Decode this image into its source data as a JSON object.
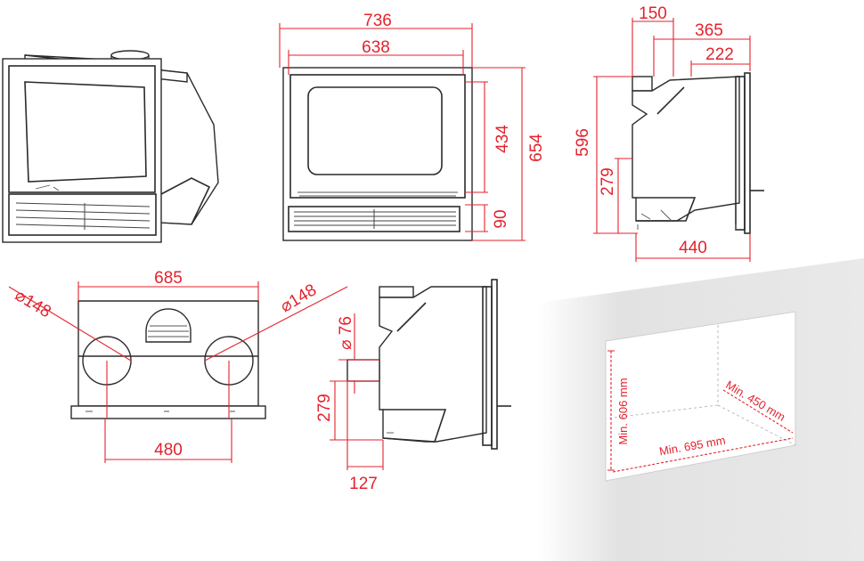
{
  "colors": {
    "dimension": "#e4222d",
    "linework": "#2b2b2b",
    "wall": "#e6e6e6"
  },
  "front_view": {
    "overall_width": "736",
    "glass_width": "638",
    "overall_height": "654",
    "glass_height": "434",
    "grille_height": "90"
  },
  "side_view": {
    "flue_width": "150",
    "top_depth": "365",
    "frame_depth": "222",
    "total_height": "596",
    "inlet_height": "279",
    "bottom_depth": "440"
  },
  "top_view": {
    "width": "685",
    "duct_left": "⌀148",
    "duct_right": "⌀148",
    "duct_spacing": "480"
  },
  "side_view_2": {
    "inlet_diameter": "⌀ 76",
    "inlet_height": "279",
    "inlet_offset": "127"
  },
  "niche": {
    "height": "Min. 606 mm",
    "width": "Min. 695 mm",
    "depth": "Min. 450 mm"
  }
}
